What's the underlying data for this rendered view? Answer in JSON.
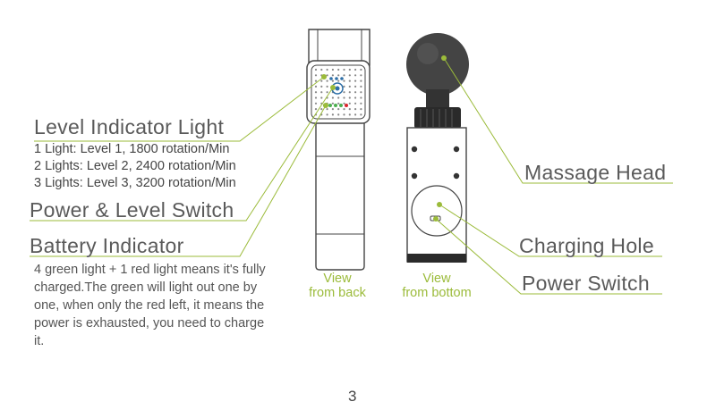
{
  "labels": {
    "level_indicator": "Level Indicator Light",
    "power_level_switch": "Power & Level Switch",
    "battery_indicator": "Battery Indicator",
    "massage_head": "Massage Head",
    "charging_hole": "Charging Hole",
    "power_switch": "Power Switch"
  },
  "levels": [
    "1 Light: Level 1, 1800 rotation/Min",
    "2 Lights: Level 2, 2400 rotation/Min",
    "3 Lights: Level 3, 3200 rotation/Min"
  ],
  "battery_description": "4 green light + 1 red light means it's fully charged.The green will light out one by one, when only the red left, it means the power is exhausted, you need to charge it.",
  "views": {
    "back_line1": "View",
    "back_line2": "from back",
    "bottom_line1": "View",
    "bottom_line2": "from bottom"
  },
  "page_number": "3",
  "colors": {
    "accent_green": "#9bbb3a",
    "device_dark": "#2a2a2a",
    "indicator_red": "#d9262c"
  }
}
